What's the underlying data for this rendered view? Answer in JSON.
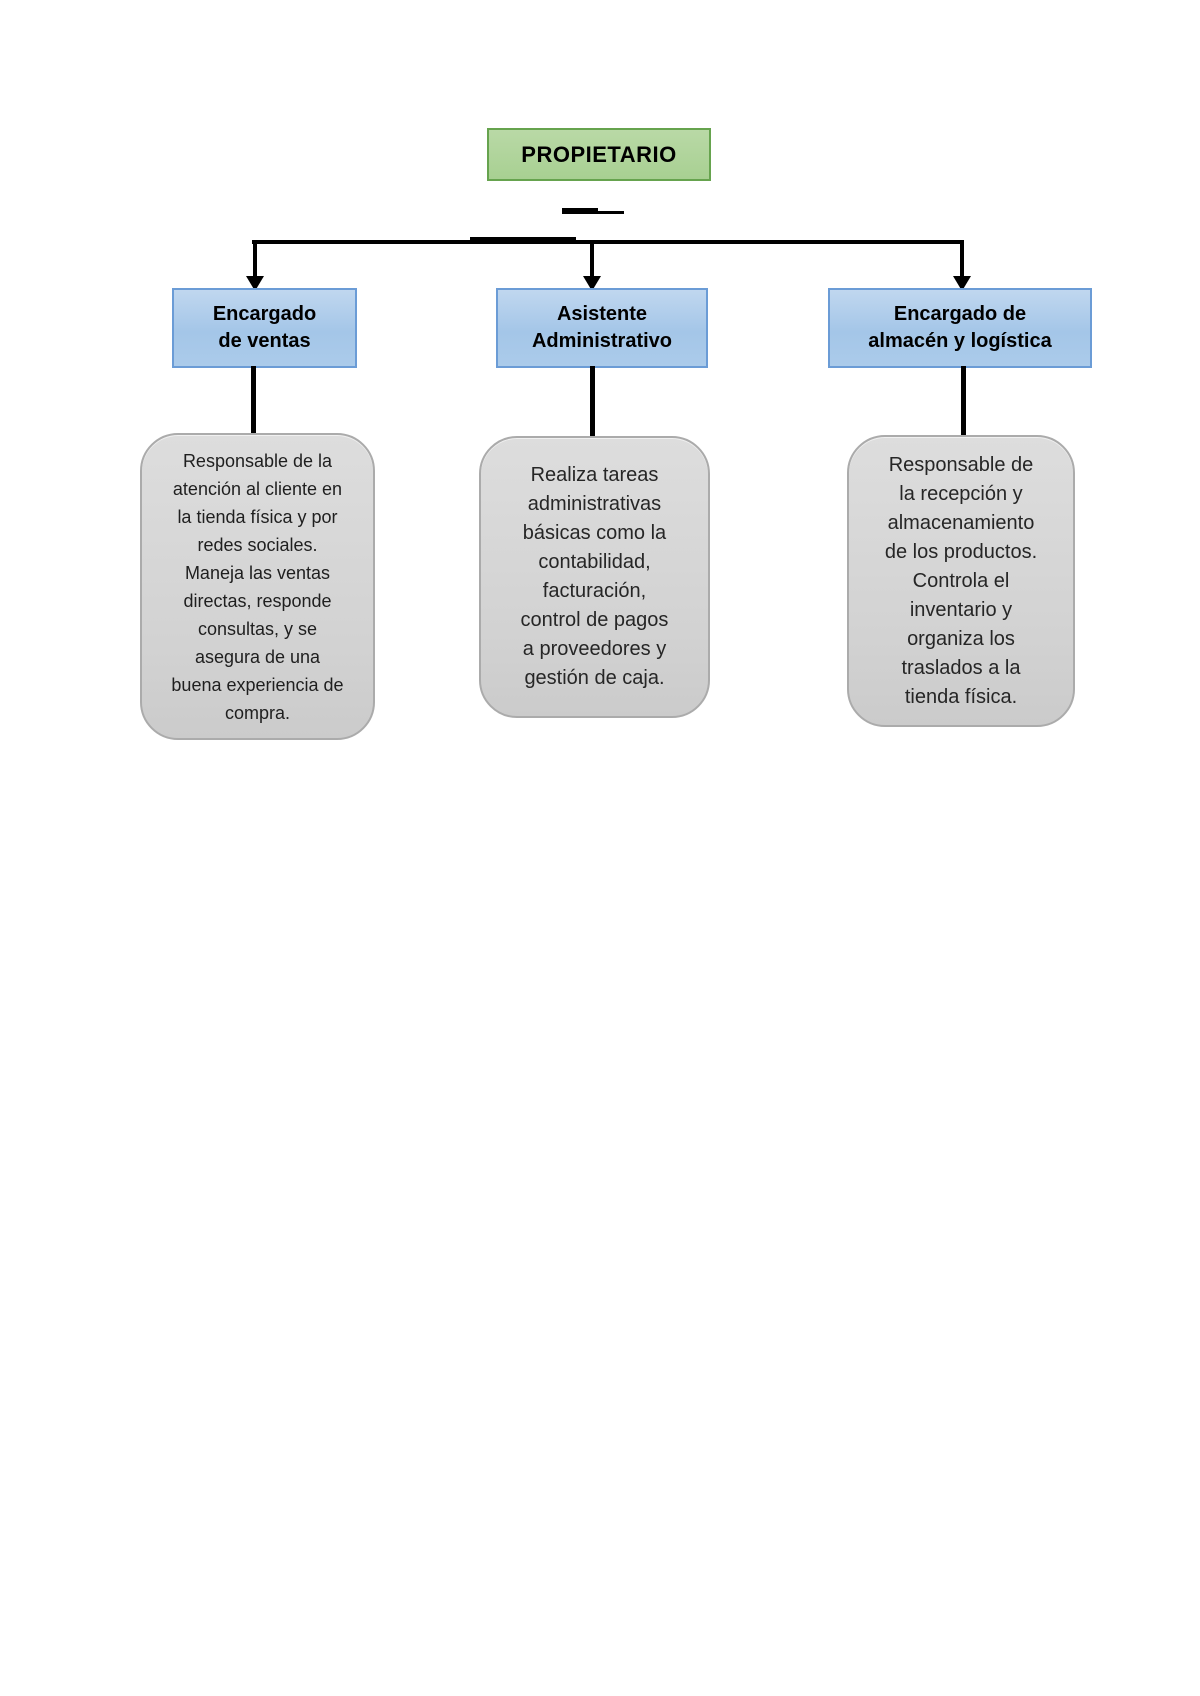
{
  "diagram": {
    "type": "org-chart",
    "root": {
      "label": "PROPIETARIO"
    },
    "branches": [
      {
        "id": "ventas",
        "title": "Encargado\nde ventas",
        "description": "Responsable de la\natención al cliente en\nla tienda física y por\nredes sociales.\nManeja las ventas\ndirectas, responde\nconsultas, y se\nasegura de una\nbuena experiencia de\ncompra."
      },
      {
        "id": "admin",
        "title": "Asistente\nAdministrativo",
        "description": "Realiza tareas\nadministrativas\nbásicas como la\ncontabilidad,\nfacturación,\ncontrol de pagos\na proveedores y\ngestión de caja."
      },
      {
        "id": "almacen",
        "title": "Encargado de\nalmacén y logística",
        "description": "Responsable de\nla recepción y\nalmacenamiento\nde los productos.\nControla el\ninventario y\norganiza los\ntraslados a la\ntienda física."
      }
    ],
    "colors": {
      "root_fill": "#A9D18E",
      "root_border": "#66A34E",
      "branch_fill": "#A4C6E8",
      "branch_border": "#6B9CD6",
      "desc_fill": "#D2D2D2",
      "desc_border": "#ABABAB",
      "connector": "#000000",
      "page_background": "#FFFFFF"
    }
  }
}
